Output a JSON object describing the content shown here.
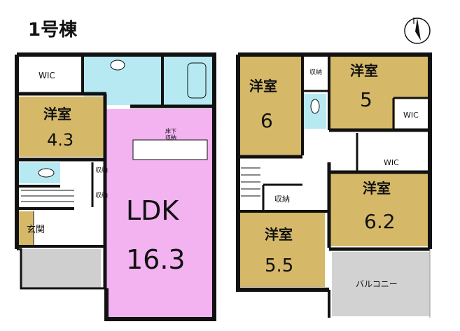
{
  "title": "1号棟",
  "north_icon": "north-arrow-icon",
  "colors": {
    "wall": "#111111",
    "room_tan": "#d6b968",
    "ldk_pink": "#f3b2f0",
    "water_blue": "#b6e9f2",
    "porch_gray": "#cfcfcf",
    "balcony_gray": "#d2d2d2"
  },
  "floor1": {
    "wic": "WIC",
    "room_a_name": "洋室",
    "room_a_size": "4.3",
    "storage_under_floor": "床下\n収納",
    "storage_a": "収納",
    "storage_b": "収納",
    "entrance": "玄関",
    "ldk_name": "LDK",
    "ldk_size": "16.3"
  },
  "floor2": {
    "room_b_name": "洋室",
    "room_b_size": "6",
    "storage_c": "収納",
    "room_c_name": "洋室",
    "room_c_size": "5",
    "wic_b": "WIC",
    "wic_c": "WIC",
    "room_d_name": "洋室",
    "room_d_size": "6.2",
    "storage_d": "収納",
    "room_e_name": "洋室",
    "room_e_size": "5.5",
    "balcony": "バルコニー"
  }
}
